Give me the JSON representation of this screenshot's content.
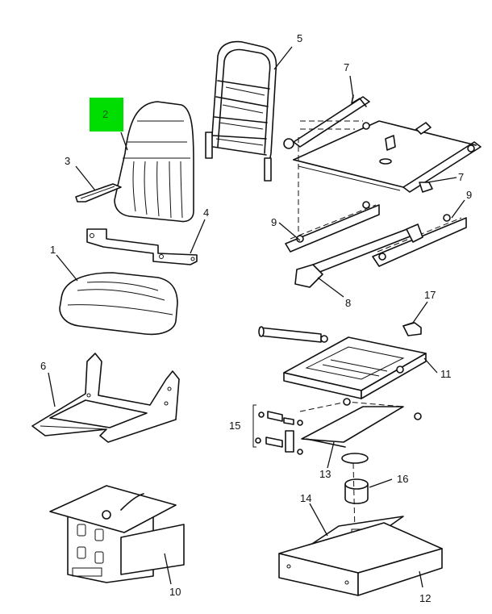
{
  "callouts": {
    "c1": "1",
    "c2": "2",
    "c3": "3",
    "c4": "4",
    "c5": "5",
    "c6": "6",
    "c7a": "7",
    "c7b": "7",
    "c8": "8",
    "c9a": "9",
    "c9b": "9",
    "c10": "10",
    "c11": "11",
    "c12": "12",
    "c13": "13",
    "c14": "14",
    "c15": "15",
    "c16": "16",
    "c17": "17"
  },
  "highlight": {
    "callout": "2",
    "color": "#00dd00",
    "text_color": "#1a5c1a"
  }
}
